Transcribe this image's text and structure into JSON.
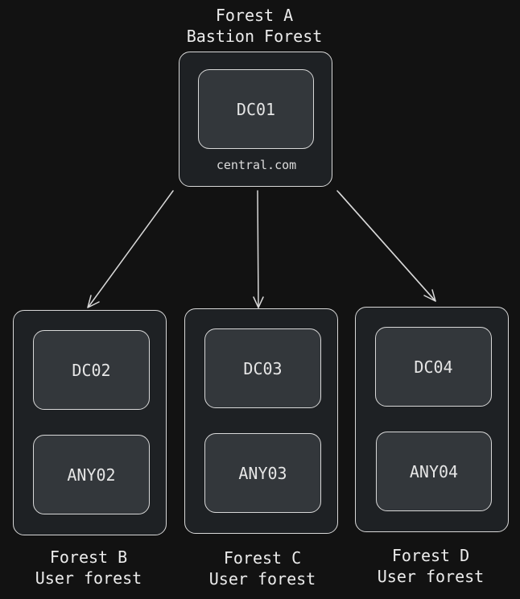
{
  "forest_a": {
    "title": "Forest A",
    "subtitle": "Bastion Forest",
    "dc": "DC01",
    "domain": "central.com"
  },
  "forest_b": {
    "title": "Forest B",
    "subtitle": "User forest",
    "dc": "DC02",
    "any": "ANY02"
  },
  "forest_c": {
    "title": "Forest C",
    "subtitle": "User forest",
    "dc": "DC03",
    "any": "ANY03"
  },
  "forest_d": {
    "title": "Forest D",
    "subtitle": "User forest",
    "dc": "DC04",
    "any": "ANY04"
  },
  "colors": {
    "background": "#121212",
    "box_fill": "#1e2124",
    "node_fill": "#33373b",
    "stroke": "#d8d8d8"
  }
}
